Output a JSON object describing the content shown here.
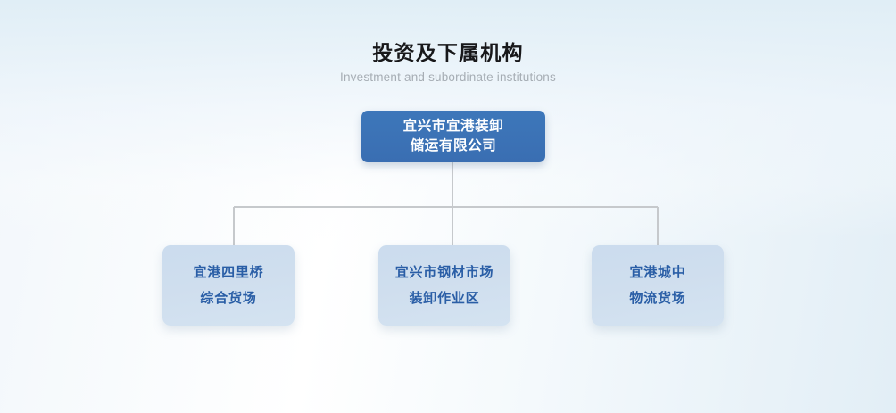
{
  "header": {
    "title": "投资及下属机构",
    "subtitle": "Investment and subordinate institutions"
  },
  "colors": {
    "root_box": "#3b72b6",
    "root_text": "#ffffff",
    "child_box": "#cfdeee",
    "child_text": "#2a5ea6",
    "connector_line": "#c6c9cc",
    "title_text": "#18181a",
    "subtitle_text": "#a6adb4",
    "background_top": "#e0eef6",
    "background_bottom": "#ffffff"
  },
  "chart_data": {
    "type": "org-tree",
    "title": "投资及下属机构",
    "subtitle": "Investment and subordinate institutions",
    "root": {
      "id": "root",
      "lines": [
        "宜兴市宜港装卸",
        "储运有限公司"
      ],
      "full_text": "宜兴市宜港装卸储运有限公司"
    },
    "children": [
      {
        "id": "child-1",
        "lines": [
          "宜港四里桥",
          "综合货场"
        ],
        "full_text": "宜港四里桥综合货场"
      },
      {
        "id": "child-2",
        "lines": [
          "宜兴市钢材市场",
          "装卸作业区"
        ],
        "full_text": "宜兴市钢材市场装卸作业区"
      },
      {
        "id": "child-3",
        "lines": [
          "宜港城中",
          "物流货场"
        ],
        "full_text": "宜港城中物流货场"
      }
    ],
    "edges": [
      {
        "from": "root",
        "to": "child-1"
      },
      {
        "from": "root",
        "to": "child-2"
      },
      {
        "from": "root",
        "to": "child-3"
      }
    ]
  }
}
